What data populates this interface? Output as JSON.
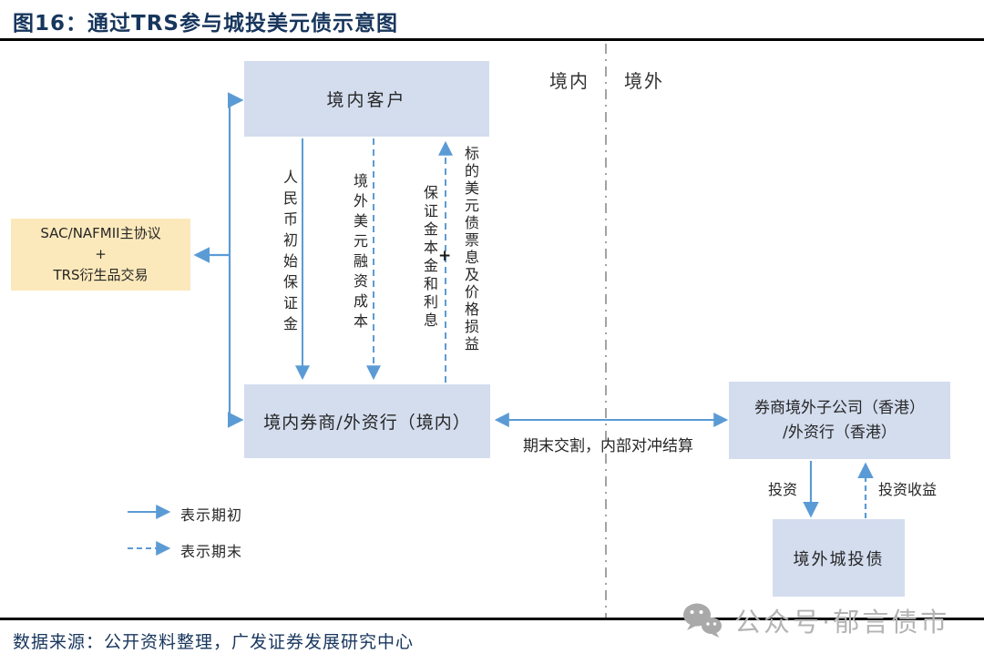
{
  "title": "图16：通过TRS参与城投美元债示意图",
  "regions": {
    "domestic": "境内",
    "overseas": "境外"
  },
  "nodes": {
    "domestic_client": "境内客户",
    "master_agreement": {
      "line1": "SAC/NAFMII主协议",
      "line2": "+",
      "line3": "TRS衍生品交易"
    },
    "domestic_broker": "境内券商/外资行（境内）",
    "offshore_subsidiary": {
      "line1": "券商境外子公司（香港）",
      "line2": "/外资行（香港）"
    },
    "offshore_bond": "境外城投债"
  },
  "flow_labels": {
    "rmb_initial_margin": "人民币初始保证金",
    "offshore_usd_funding_cost": "境外美元融资成本",
    "margin_principal_interest": "保证金本金和利息",
    "plus": "+",
    "bond_coupon_pnl": "标的美元债票息及价格损益",
    "settlement": "期末交割，内部对冲结算",
    "invest": "投资",
    "invest_return": "投资收益"
  },
  "legend": {
    "solid_arrow": "表示期初",
    "dashed_arrow": "表示期末"
  },
  "source": "数据来源：公开资料整理，广发证券发展研究中心",
  "watermark": {
    "icon": "wechat-icon",
    "text": "公众号·郁言债市"
  },
  "colors": {
    "node_blue": "#d3ddee",
    "node_yellow": "#fce9bb",
    "arrow_blue": "#5b9bd5",
    "title_navy": "#17365d",
    "divider_gray": "#8c8c8c",
    "watermark_gray": "#b3b3b3",
    "rule_black": "#000000"
  }
}
